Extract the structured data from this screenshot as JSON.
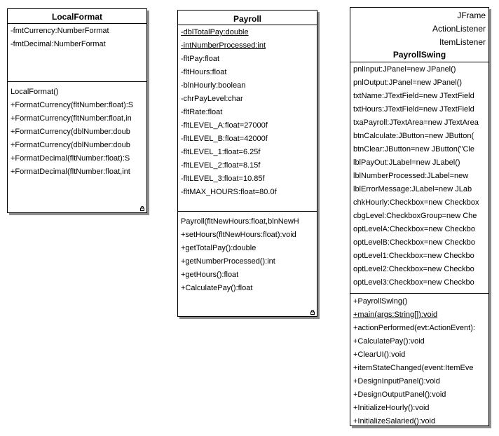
{
  "classes": {
    "local_format": {
      "name": "LocalFormat",
      "attributes": [
        {
          "text": "-fmtCurrency:NumberFormat",
          "underline": false
        },
        {
          "text": "-fmtDecimal:NumberFormat",
          "underline": false
        }
      ],
      "operations": [
        {
          "text": "LocalFormat()",
          "underline": false
        },
        {
          "text": "+FormatCurrency(fltNumber:float):S",
          "underline": false
        },
        {
          "text": "+FormatCurrency(fltNumber:float,in",
          "underline": false
        },
        {
          "text": "+FormatCurrency(dblNumber:doub",
          "underline": false
        },
        {
          "text": "+FormatCurrency(dblNumber:doub",
          "underline": false
        },
        {
          "text": "+FormatDecimal(fltNumber:float):S",
          "underline": false
        },
        {
          "text": "+FormatDecimal(fltNumber:float,int",
          "underline": false
        }
      ]
    },
    "payroll": {
      "name": "Payroll",
      "attributes": [
        {
          "text": "-dblTotalPay:double",
          "underline": true
        },
        {
          "text": "-intNumberProcessed:int",
          "underline": true
        },
        {
          "text": "-fltPay:float",
          "underline": false
        },
        {
          "text": "-fltHours:float",
          "underline": false
        },
        {
          "text": "-blnHourly:boolean",
          "underline": false
        },
        {
          "text": "-chrPayLevel:char",
          "underline": false
        },
        {
          "text": "-fltRate:float",
          "underline": false
        },
        {
          "text": "-fltLEVEL_A:float=27000f",
          "underline": false
        },
        {
          "text": "-fltLEVEL_B:float=42000f",
          "underline": false
        },
        {
          "text": "-fltLEVEL_1:float=6.25f",
          "underline": false
        },
        {
          "text": "-fltLEVEL_2:float=8.15f",
          "underline": false
        },
        {
          "text": "-fltLEVEL_3:float=10.85f",
          "underline": false
        },
        {
          "text": "-fltMAX_HOURS:float=80.0f",
          "underline": false
        }
      ],
      "operations": [
        {
          "text": "Payroll(fltNewHours:float,blnNewH",
          "underline": false
        },
        {
          "text": "+setHours(fltNewHours:float):void",
          "underline": false
        },
        {
          "text": "+getTotalPay():double",
          "underline": false
        },
        {
          "text": "+getNumberProcessed():int",
          "underline": false
        },
        {
          "text": "+getHours():float",
          "underline": false
        },
        {
          "text": "+CalculatePay():float",
          "underline": false
        }
      ]
    },
    "payroll_swing": {
      "name": "PayrollSwing",
      "stereotypes": [
        "JFrame",
        "ActionListener",
        "ItemListener"
      ],
      "attributes": [
        {
          "text": "pnlInput:JPanel=new JPanel()",
          "underline": false
        },
        {
          "text": "pnlOutput:JPanel=new JPanel()",
          "underline": false
        },
        {
          "text": "txtName:JTextField=new JTextField",
          "underline": false
        },
        {
          "text": "txtHours:JTextField=new JTextField",
          "underline": false
        },
        {
          "text": "txaPayroll:JTextArea=new JTextArea",
          "underline": false
        },
        {
          "text": "btnCalculate:JButton=new JButton(",
          "underline": false
        },
        {
          "text": "btnClear:JButton=new JButton(\"Cle",
          "underline": false
        },
        {
          "text": "lblPayOut:JLabel=new JLabel()",
          "underline": false
        },
        {
          "text": "lblNumberProcessed:JLabel=new",
          "underline": false
        },
        {
          "text": "lblErrorMessage:JLabel=new JLab",
          "underline": false
        },
        {
          "text": "chkHourly:Checkbox=new Checkbox",
          "underline": false
        },
        {
          "text": "cbgLevel:CheckboxGroup=new Che",
          "underline": false
        },
        {
          "text": "optLevelA:Checkbox=new Checkbo",
          "underline": false
        },
        {
          "text": "optLevelB:Checkbox=new Checkbo",
          "underline": false
        },
        {
          "text": "optLevel1:Checkbox=new Checkbo",
          "underline": false
        },
        {
          "text": "optLevel2:Checkbox=new Checkbo",
          "underline": false
        },
        {
          "text": "optLevel3:Checkbox=new Checkbo",
          "underline": false
        }
      ],
      "operations": [
        {
          "text": "+PayrollSwing()",
          "underline": false
        },
        {
          "text": "+main(args:String[]):void",
          "underline": true
        },
        {
          "text": "+actionPerformed(evt:ActionEvent):",
          "underline": false
        },
        {
          "text": "+CalculatePay():void",
          "underline": false
        },
        {
          "text": "+ClearUI():void",
          "underline": false
        },
        {
          "text": "+itemStateChanged(event:ItemEve",
          "underline": false
        },
        {
          "text": "+DesignInputPanel():void",
          "underline": false
        },
        {
          "text": "+DesignOutputPanel():void",
          "underline": false
        },
        {
          "text": "+InitializeHourly():void",
          "underline": false
        },
        {
          "text": "+InitializeSalaried():void",
          "underline": false
        }
      ]
    }
  },
  "colors": {
    "border": "#000000",
    "shadow": "#8c8c8c",
    "background": "#ffffff"
  },
  "icons": [
    "lock-icon"
  ]
}
